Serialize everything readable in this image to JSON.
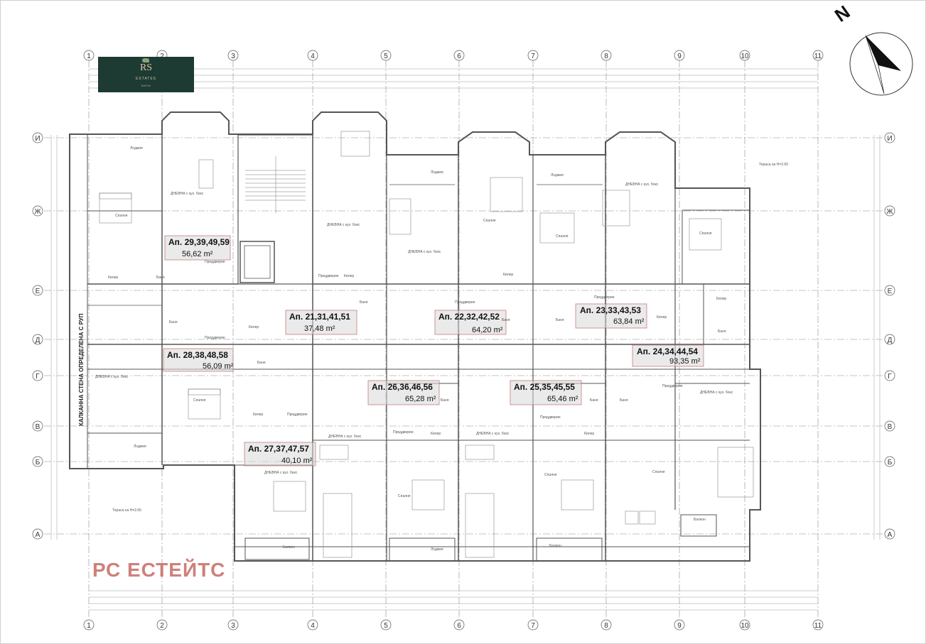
{
  "logo": {
    "monogram": "RS",
    "line1": "ESTATES",
    "line2": "ВАРНА"
  },
  "compass": {
    "north_label": "N"
  },
  "watermark": "РС ЕСТЕЙТС",
  "wall_label": "КАЛКАННА СТЕНА ОПРЕДЕЛЕНА С РУП",
  "terrace_labels": [
    "Тераса на Н=2.65",
    "Тераса на Н=2.65"
  ],
  "column_axes": [
    "1",
    "2",
    "3",
    "4",
    "5",
    "6",
    "7",
    "8",
    "9",
    "10",
    "11"
  ],
  "row_axes": [
    "И",
    "Ж",
    "Е",
    "Д",
    "Г",
    "В",
    "Б",
    "А"
  ],
  "apartments": [
    {
      "name": "Ап. 29,39,49,59",
      "area": "56,62 m²"
    },
    {
      "name": "Ап. 21,31,41,51",
      "area": "37,48 m²"
    },
    {
      "name": "Ап. 22,32,42,52",
      "area": "64,20 m²"
    },
    {
      "name": "Ап. 23,33,43,53",
      "area": "63,84 m²"
    },
    {
      "name": "Ап. 24,34,44,54",
      "area": "93,35 m²"
    },
    {
      "name": "Ап. 28,38,48,58",
      "area": "56,09 m²"
    },
    {
      "name": "Ап. 26,36,46,56",
      "area": "65,28 m²"
    },
    {
      "name": "Ап. 25,35,45,55",
      "area": "65,46 m²"
    },
    {
      "name": "Ап. 27,37,47,57",
      "area": "40,10 m²"
    }
  ],
  "rooms": {
    "living": "ДНЕВНА с кух. бокс",
    "bedroom": "Спалня",
    "bathroom": "Баня",
    "loggia": "Лоджия",
    "hall": "Преддверие",
    "closet": "Килер",
    "balcony": "Балкон"
  }
}
